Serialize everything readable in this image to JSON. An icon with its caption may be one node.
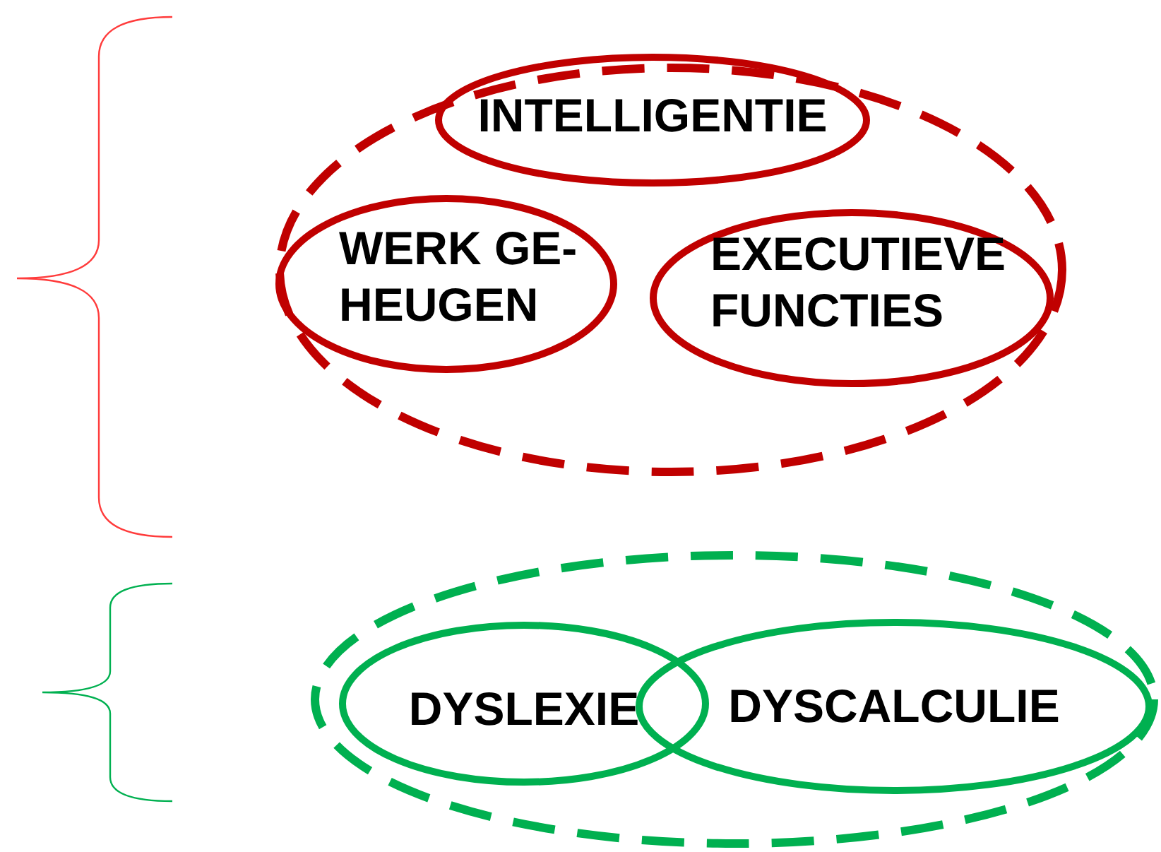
{
  "diagram": {
    "nodes": [
      {
        "text": [],
        "shape": "ellipse"
      },
      {
        "text": [
          "INTELLIGENTIE"
        ],
        "in": 0
      },
      {
        "text": [
          "WERK GE- HEUGEN"
        ],
        "in": 0
      },
      {
        "text": [
          "EXECUTIEVE FUNCTIES"
        ],
        "in": 0
      },
      {
        "text": [],
        "shape": "ellipse"
      },
      {
        "text": [
          "DYSLEXIE"
        ],
        "in": 4
      },
      {
        "text": [
          "DYSCALCULIE"
        ],
        "in": 4
      }
    ]
  }
}
